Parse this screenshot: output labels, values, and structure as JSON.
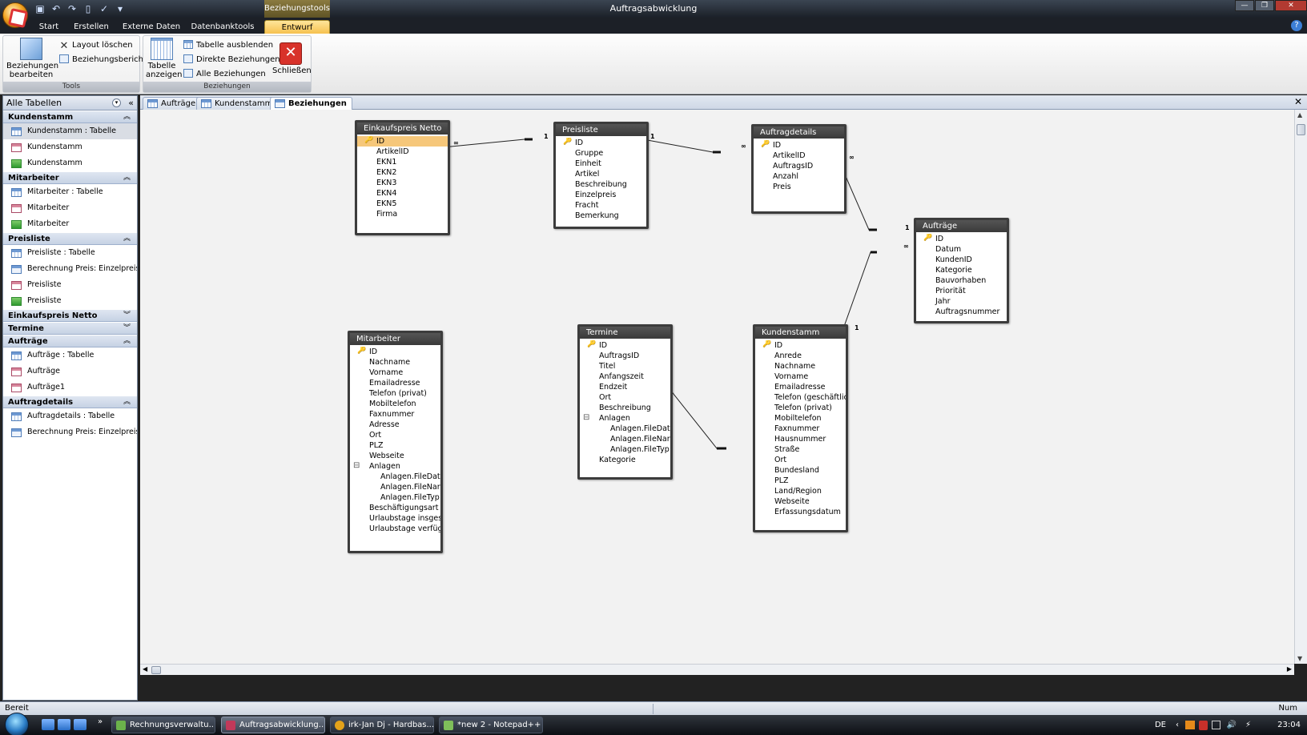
{
  "titlebar": {
    "context_tab": "Beziehungstools",
    "app_title": "Auftragsabwicklung"
  },
  "ribbon_tabs": [
    "Start",
    "Erstellen",
    "Externe Daten",
    "Datenbanktools",
    "Entwurf"
  ],
  "ribbon": {
    "tools_group": {
      "label": "Tools",
      "edit_relationships": "Beziehungen bearbeiten",
      "clear_layout": "Layout löschen",
      "relationship_report": "Beziehungsbericht"
    },
    "relationships_group": {
      "label": "Beziehungen",
      "show_table": "Tabelle anzeigen",
      "hide_table": "Tabelle ausblenden",
      "direct_relationships": "Direkte Beziehungen",
      "all_relationships": "Alle Beziehungen",
      "close": "Schließen"
    }
  },
  "nav": {
    "header": "Alle Tabellen",
    "groups": [
      {
        "name": "Kundenstamm",
        "expanded": true,
        "items": [
          {
            "label": "Kundenstamm : Tabelle",
            "icon": "table-icon"
          },
          {
            "label": "Kundenstamm",
            "icon": "form-icon"
          },
          {
            "label": "Kundenstamm",
            "icon": "report-icon"
          }
        ]
      },
      {
        "name": "Mitarbeiter",
        "expanded": true,
        "items": [
          {
            "label": "Mitarbeiter : Tabelle",
            "icon": "table-icon"
          },
          {
            "label": "Mitarbeiter",
            "icon": "form-icon"
          },
          {
            "label": "Mitarbeiter",
            "icon": "report-icon"
          }
        ]
      },
      {
        "name": "Preisliste",
        "expanded": true,
        "items": [
          {
            "label": "Preisliste : Tabelle",
            "icon": "table-icon"
          },
          {
            "label": "Berechnung Preis: Einzelpreis...",
            "icon": "query-icon"
          },
          {
            "label": "Preisliste",
            "icon": "form-icon"
          },
          {
            "label": "Preisliste",
            "icon": "report-icon"
          }
        ]
      },
      {
        "name": "Einkaufspreis Netto",
        "expanded": false,
        "items": []
      },
      {
        "name": "Termine",
        "expanded": false,
        "items": []
      },
      {
        "name": "Aufträge",
        "expanded": true,
        "items": [
          {
            "label": "Aufträge : Tabelle",
            "icon": "table-icon"
          },
          {
            "label": "Aufträge",
            "icon": "form-icon"
          },
          {
            "label": "Aufträge1",
            "icon": "form-icon"
          }
        ]
      },
      {
        "name": "Auftragdetails",
        "expanded": true,
        "items": [
          {
            "label": "Auftragdetails : Tabelle",
            "icon": "table-icon"
          },
          {
            "label": "Berechnung Preis: Einzelpreis...",
            "icon": "query-icon"
          }
        ]
      }
    ]
  },
  "doc_tabs": [
    {
      "label": "Aufträge",
      "icon": "table-icon"
    },
    {
      "label": "Kundenstamm",
      "icon": "table-icon"
    },
    {
      "label": "Beziehungen",
      "icon": "relationships-icon",
      "active": true
    }
  ],
  "tables": {
    "einkaufspreis": {
      "title": "Einkaufspreis Netto",
      "fields": [
        "ID",
        "ArtikelID",
        "EKN1",
        "EKN2",
        "EKN3",
        "EKN4",
        "EKN5",
        "Firma"
      ]
    },
    "preisliste": {
      "title": "Preisliste",
      "fields": [
        "ID",
        "Gruppe",
        "Einheit",
        "Artikel",
        "Beschreibung",
        "Einzelpreis",
        "Fracht",
        "Bemerkung"
      ]
    },
    "auftragdetails": {
      "title": "Auftragdetails",
      "fields": [
        "ID",
        "ArtikelID",
        "AuftragsID",
        "Anzahl",
        "Preis"
      ]
    },
    "auftraege": {
      "title": "Aufträge",
      "fields": [
        "ID",
        "Datum",
        "KundenID",
        "Kategorie",
        "Bauvorhaben",
        "Priorität",
        "Jahr",
        "Auftragsnummer"
      ]
    },
    "mitarbeiter": {
      "title": "Mitarbeiter",
      "fields": [
        "ID",
        "Nachname",
        "Vorname",
        "Emailadresse",
        "Telefon (privat)",
        "Mobiltelefon",
        "Faxnummer",
        "Adresse",
        "Ort",
        "PLZ",
        "Webseite",
        "Anlagen",
        "Anlagen.FileDat",
        "Anlagen.FileNar",
        "Anlagen.FileTyp",
        "Beschäftigungsart",
        "Urlaubstage insges",
        "Urlaubstage verfüg"
      ]
    },
    "termine": {
      "title": "Termine",
      "fields": [
        "ID",
        "AuftragsID",
        "Titel",
        "Anfangszeit",
        "Endzeit",
        "Ort",
        "Beschreibung",
        "Anlagen",
        "Anlagen.FileDat",
        "Anlagen.FileNar",
        "Anlagen.FileTyp",
        "Kategorie"
      ]
    },
    "kundenstamm": {
      "title": "Kundenstamm",
      "fields": [
        "ID",
        "Anrede",
        "Nachname",
        "Vorname",
        "Emailadresse",
        "Telefon (geschäftlic",
        "Telefon (privat)",
        "Mobiltelefon",
        "Faxnummer",
        "Hausnummer",
        "Straße",
        "Ort",
        "Bundesland",
        "PLZ",
        "Land/Region",
        "Webseite",
        "Erfassungsdatum"
      ]
    }
  },
  "relationship_labels": {
    "one": "1",
    "many": "∞"
  },
  "status": {
    "left": "Bereit",
    "right": "Num"
  },
  "taskbar": {
    "buttons": [
      "Rechnungsverwaltu...",
      "Auftragsabwicklung...",
      "irk-Jan Dj - Hardbas...",
      "*new  2 - Notepad++"
    ],
    "lang": "DE",
    "clock": "23:04"
  },
  "colors": {
    "accent": "#f6c14f",
    "table_border": "#3c3c3c",
    "canvas": "#f2f2f2"
  }
}
